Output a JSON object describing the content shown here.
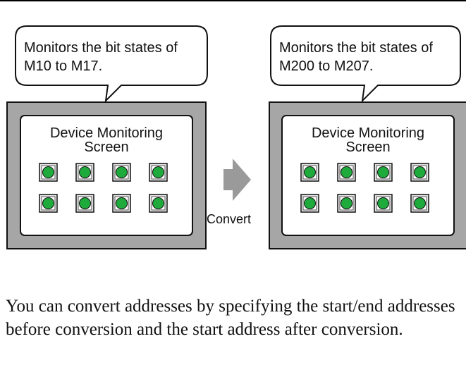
{
  "left": {
    "callout": [
      "Monitors the bit states of",
      "M10 to M17."
    ],
    "screen_title": [
      "Device Monitoring",
      "Screen"
    ]
  },
  "right": {
    "callout": [
      "Monitors the bit states of",
      "M200 to M207."
    ],
    "screen_title": [
      "Device Monitoring",
      "Screen"
    ]
  },
  "convert_label": "Convert",
  "caption": "You can convert addresses by specifying the start/end addresses before conversion and the start address after conversion.",
  "colors": {
    "lamp_green": "#1faa3c",
    "panel_gray": "#a6a6a6",
    "arrow_gray": "#9a9a9a"
  },
  "icons": [
    "lamp-icon",
    "convert-arrow-icon"
  ]
}
